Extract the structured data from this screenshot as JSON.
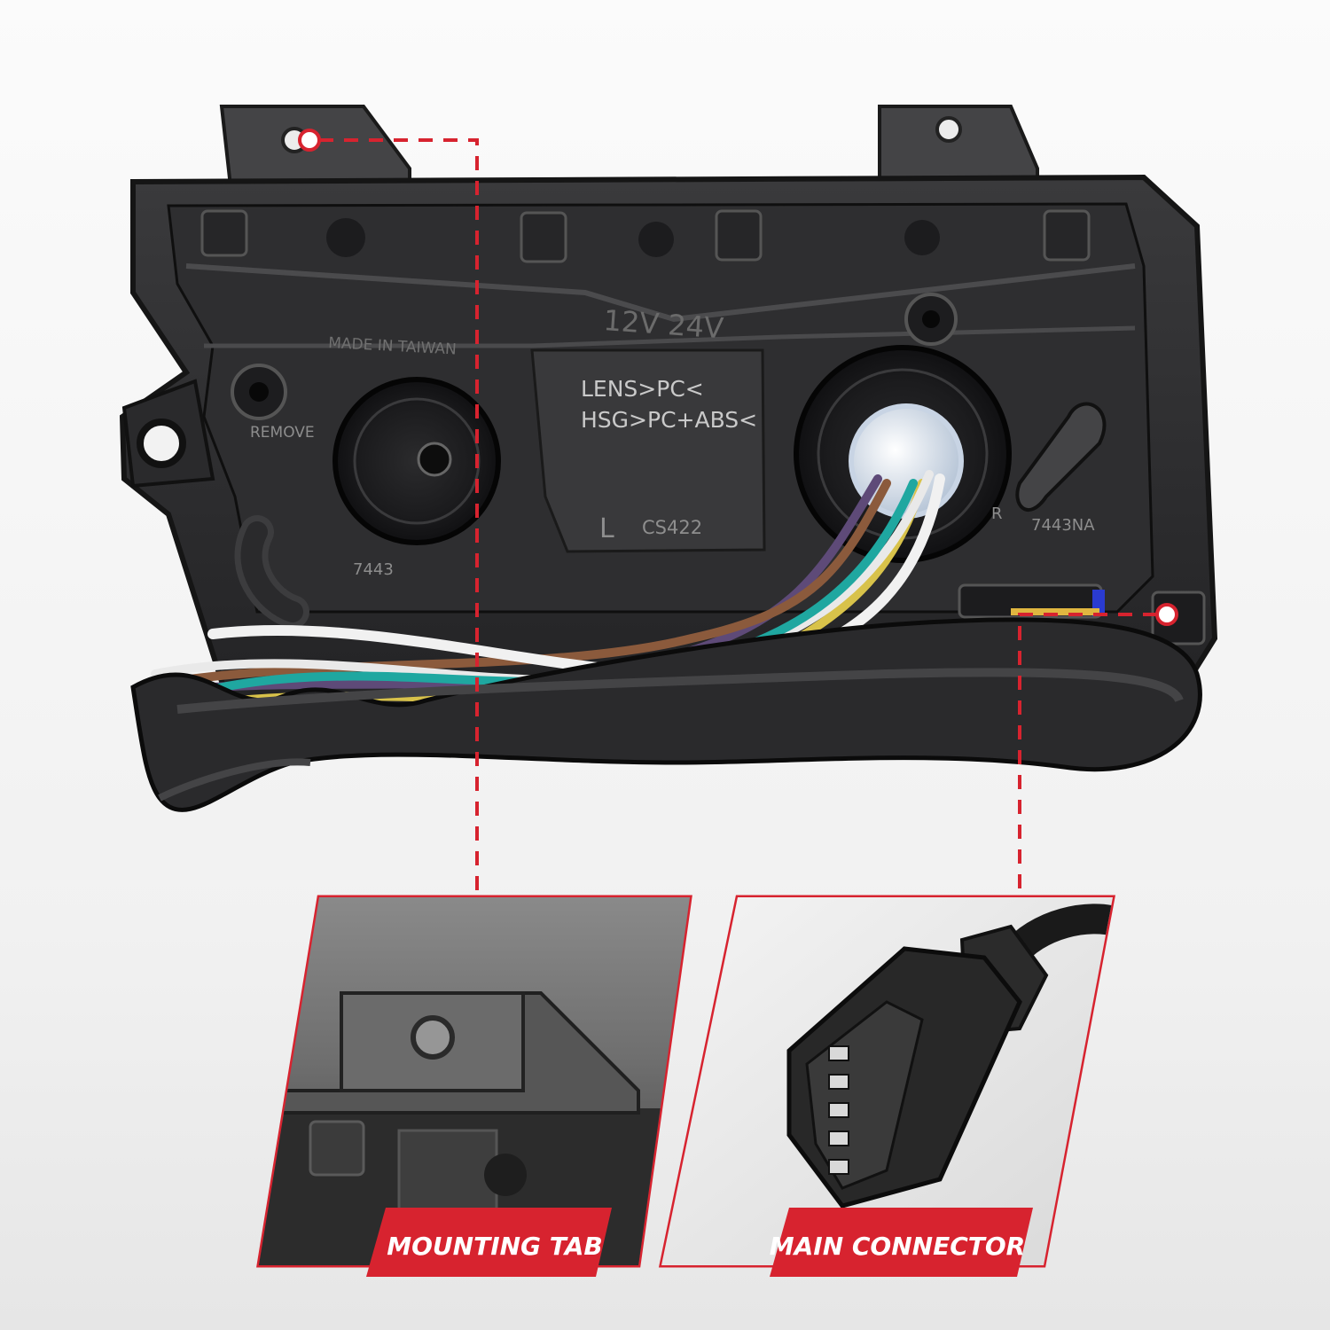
{
  "housing": {
    "lines": [
      "LENS>PC<",
      "HSG>PC+ABS<"
    ],
    "side_mark": "L",
    "part_no": "CS422",
    "made_in": "MADE IN TAIWAN",
    "voltage": "12V 24V",
    "remove": "REMOVE",
    "bulb_left": "7443",
    "bulb_right": "7443NA",
    "right_mark": "R"
  },
  "callouts": [
    {
      "label": "MOUNTING TAB"
    },
    {
      "label": "MAIN CONNECTOR"
    }
  ],
  "colors": {
    "accent": "#d7232f",
    "wire_teal": "#1fa7a0",
    "wire_yellow": "#d8c24a",
    "wire_white": "#e9e9e9",
    "wire_brown": "#8b5a3c",
    "wire_purple": "#5e4a78"
  }
}
